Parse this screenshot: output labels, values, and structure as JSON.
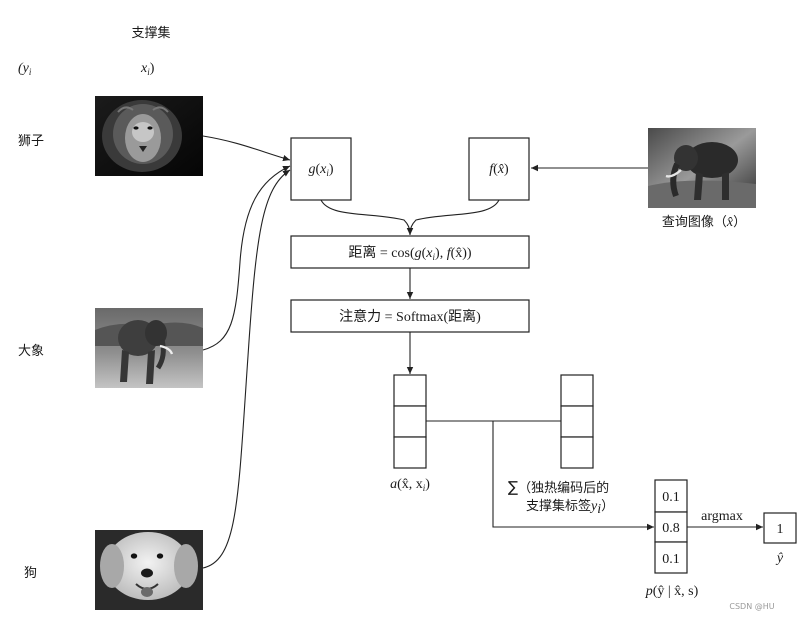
{
  "support_set": {
    "title": "支撑集",
    "pair_open": "(y",
    "pair_sub_y": "i",
    "pair_x": "x",
    "pair_sub_x": "i",
    "pair_close": ")"
  },
  "classes": [
    {
      "label": "狮子",
      "image": "lion-photo"
    },
    {
      "label": "大象",
      "image": "elephant-photo"
    },
    {
      "label": "狗",
      "image": "dog-photo"
    }
  ],
  "g_box": {
    "fn": "g",
    "arg": "x",
    "sub": "i"
  },
  "f_box": {
    "fn": "f",
    "arg": "x̂"
  },
  "query": {
    "label": "查询图像（",
    "var": "x̂",
    "close": "）",
    "image": "elephant-photo"
  },
  "distance": {
    "lhs": "距离 = cos(",
    "g": "g",
    "x": "x",
    "sub": "i",
    "mid": "), ",
    "f": "f",
    "arg": "(x̂",
    "rhs": "))"
  },
  "attention": {
    "text": "注意力 = Softmax(距离)"
  },
  "attention_label": {
    "fn": "a",
    "args": "(x̂, x",
    "sub": "i",
    "close": ")"
  },
  "sum_label": {
    "symbol": "∑",
    "line1": "（独热编码后的",
    "line2": "支撑集标签",
    "var": "y",
    "sub": "i",
    "close": "）"
  },
  "output_probs": [
    "0.1",
    "0.8",
    "0.1"
  ],
  "output_label": {
    "fn": "p",
    "args": "(ŷ | x̂, s)"
  },
  "argmax": "argmax",
  "result": {
    "value": "1",
    "label": "ŷ"
  },
  "watermark": "CSDN @HU"
}
